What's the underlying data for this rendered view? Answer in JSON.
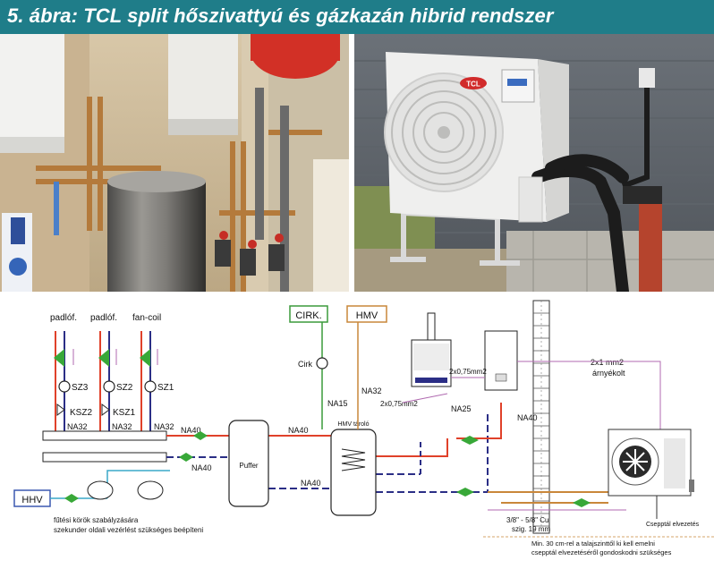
{
  "title": "5. ábra: TCL split hőszivattyú és gázkazán hibrid rendszer",
  "colors": {
    "title_bg": "#1f7d89",
    "title_text": "#ffffff",
    "hot_pipe": "#e0412a",
    "cold_pipe": "#2b2e86",
    "hmv_pipe": "#c9873a",
    "signal_wire": "#b06ab0",
    "cirk_box": "#3b9a3b",
    "valve_green": "#38a838"
  },
  "photos": {
    "boiler_room_alt": "",
    "outdoor_unit_brand": "TCL"
  },
  "diagram": {
    "circuit_labels": [
      "padlóf.",
      "padlóf.",
      "fan-coil"
    ],
    "pump_labels": [
      "SZ3",
      "SZ2",
      "SZ1"
    ],
    "mixer_labels": [
      "KSZ2",
      "KSZ1"
    ],
    "manifold_pipe_labels": [
      "NA32",
      "NA32",
      "NA32"
    ],
    "cirk_box": "CIRK.",
    "hmv_box": "HMV",
    "hhv_box": "HHV",
    "cirk_pump": "Cirk",
    "na40_1": "NA40",
    "na40_2": "NA40",
    "na40_3": "NA40",
    "na40_4": "NA40",
    "na40_right": "NA40",
    "na32_top": "NA32",
    "na15": "NA15",
    "na25": "NA25",
    "wire_1": "2x0,75mm2",
    "wire_2": "2x0,75mm2",
    "wire_3_line1": "2x1  mm2",
    "wire_3_line2": "árnyékolt",
    "puffer": "Puffer",
    "hmv_tank": "HMV tároló",
    "note_line1": "fűtési körök szabályzására",
    "note_line2": "szekunder oldali vezérlést szükséges beépíteni",
    "pipe_size_line1": "3/8\" - 5/8\" Cu",
    "pipe_size_line2": "szig. 19 mm",
    "condensate_label": "Csepptál elvezetés",
    "bottom_note_line1": "Min. 30 cm-rel a talajszinttől ki kell emelni",
    "bottom_note_line2": "csepptál elvezetéséről gondoskodni szükséges"
  }
}
